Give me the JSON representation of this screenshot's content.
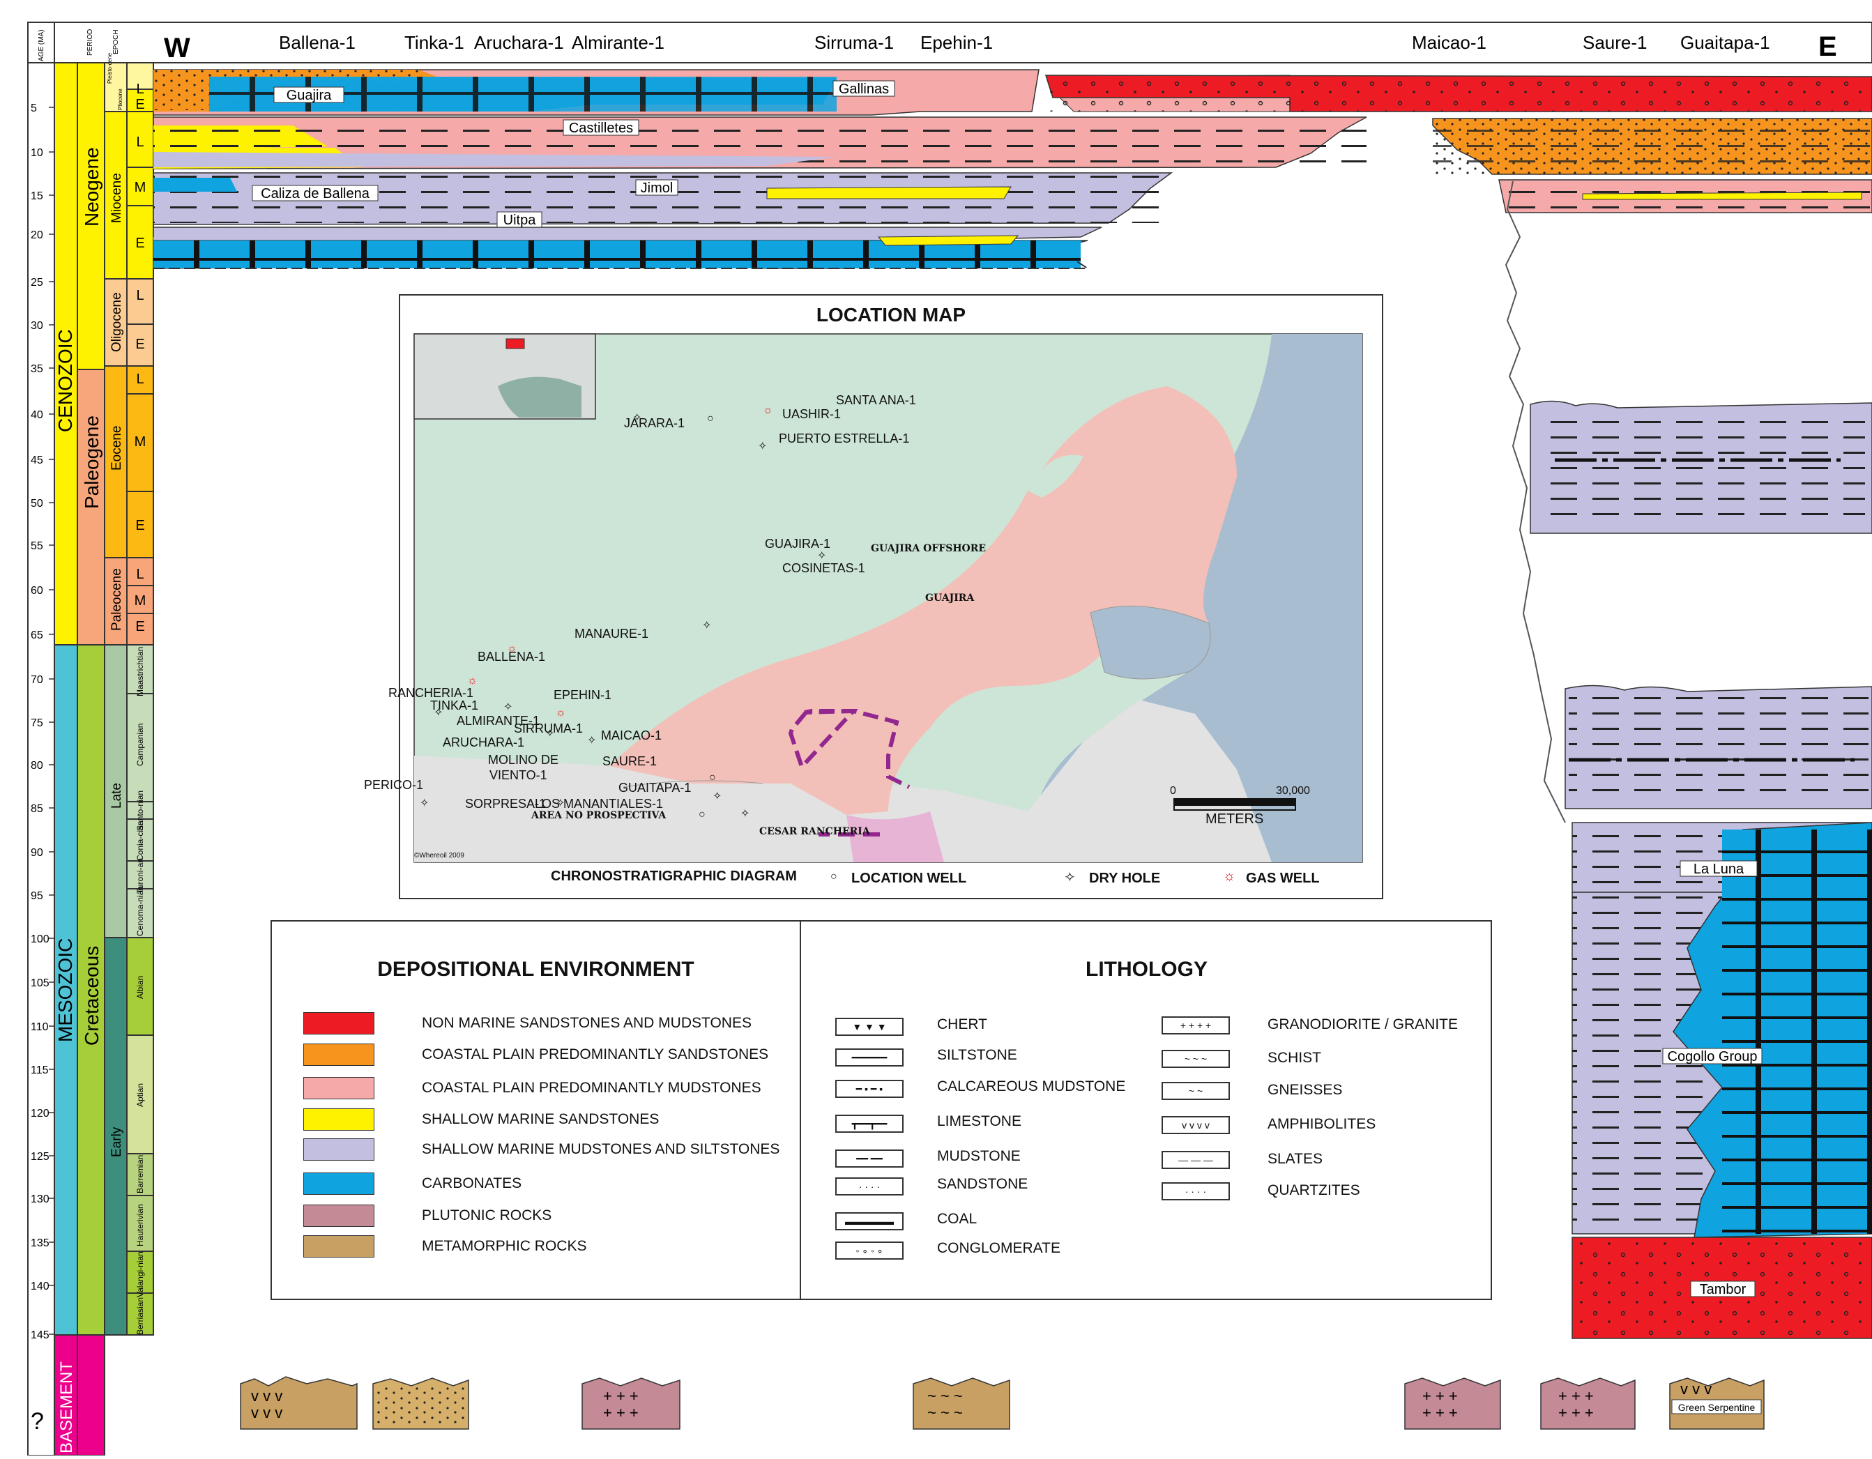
{
  "axis": {
    "age_header": "AGE (MA)",
    "period_header": "PERIOD",
    "epoch_header": "EPOCH",
    "ages": [
      "5",
      "10",
      "15",
      "20",
      "25",
      "30",
      "35",
      "40",
      "45",
      "50",
      "55",
      "60",
      "65",
      "70",
      "75",
      "80",
      "85",
      "90",
      "95",
      "100",
      "105",
      "110",
      "115",
      "120",
      "125",
      "130",
      "135",
      "140",
      "145",
      "?"
    ],
    "eras": [
      "CENOZOIC",
      "MESOZOIC",
      "BASEMENT"
    ],
    "periods": [
      "Neogene",
      "Paleogene",
      "Cretaceous"
    ],
    "epochs": [
      "Pleisto-cene",
      "Pliocene",
      "Miocene",
      "Oligocene",
      "Eocene",
      "Paleocene",
      "Late",
      "Early"
    ],
    "subdivisions": [
      "L",
      "E",
      "L",
      "M",
      "E",
      "L",
      "E",
      "L",
      "M",
      "E",
      "L",
      "M",
      "E"
    ],
    "stages": [
      "Maastrichtian",
      "Campanian",
      "Santo-nian",
      "Conia-cian",
      "Turoni-an",
      "Cenoma-nian",
      "Albian",
      "Aptian",
      "Barremian",
      "Hauterivian",
      "Valangi-nian",
      "Berriasian"
    ]
  },
  "section": {
    "west": "W",
    "east": "E",
    "wells": [
      "Ballena-1",
      "Tinka-1",
      "Aruchara-1",
      "Almirante-1",
      "Sirruma-1",
      "Epehin-1",
      "Maicao-1",
      "Saure-1",
      "Guaitapa-1"
    ]
  },
  "formations": [
    "Guajira",
    "Gallinas",
    "Castilletes",
    "Jimol",
    "Caliza de Ballena",
    "Uitpa",
    "La Luna",
    "Cogollo Group",
    "Tambor",
    "Green Serpentine"
  ],
  "map": {
    "title": "LOCATION MAP",
    "areas": [
      "GUAJIRA OFFSHORE",
      "GUAJIRA",
      "AREA NO PROSPECTIVA",
      "CESAR RANCHERIA"
    ],
    "wells": [
      "JARARA-1",
      "UASHIR-1",
      "SANTA ANA-1",
      "PUERTO ESTRELLA-1",
      "GUAJIRA-1",
      "COSINETAS-1",
      "MANAURE-1",
      "BALLENA-1",
      "RANCHERIA-1",
      "TINKA-1",
      "EPEHIN-1",
      "ALMIRANTE-1",
      "SIRRUMA-1",
      "ARUCHARA-1",
      "MAICAO-1",
      "MOLINO DE",
      "VIENTO-1",
      "SAURE-1",
      "GUAITAPA-1",
      "PERICO-1",
      "SORPRESA-1",
      "LOS MANANTIALES-1"
    ],
    "scale_start": "0",
    "scale_end": "30,000",
    "scale_unit": "METERS",
    "credit": "©Whereoil 2009",
    "legend": [
      "CHRONOSTRATIGRAPHIC DIAGRAM",
      "LOCATION WELL",
      "DRY HOLE",
      "GAS WELL"
    ]
  },
  "environment": {
    "title": "DEPOSITIONAL ENVIRONMENT",
    "items": [
      {
        "label": "NON MARINE SANDSTONES AND MUDSTONES",
        "color": "#ED1C24"
      },
      {
        "label": "COASTAL PLAIN PREDOMINANTLY SANDSTONES",
        "color": "#F7941D"
      },
      {
        "label": "COASTAL PLAIN PREDOMINANTLY MUDSTONES",
        "color": "#F5A9A9"
      },
      {
        "label": "SHALLOW MARINE SANDSTONES",
        "color": "#FFF200"
      },
      {
        "label": "SHALLOW MARINE MUDSTONES AND SILTSTONES",
        "color": "#C3BFE0"
      },
      {
        "label": "CARBONATES",
        "color": "#0FA3E0"
      },
      {
        "label": "PLUTONIC ROCKS",
        "color": "#C48A96"
      },
      {
        "label": "METAMORPHIC ROCKS",
        "color": "#C9A063"
      }
    ]
  },
  "lithology": {
    "title": "LITHOLOGY",
    "col1": [
      "CHERT",
      "SILTSTONE",
      "CALCAREOUS MUDSTONE",
      "LIMESTONE",
      "MUDSTONE",
      "SANDSTONE",
      "COAL",
      "CONGLOMERATE"
    ],
    "col2": [
      "GRANODIORITE / GRANITE",
      "SCHIST",
      "GNEISSES",
      "AMPHIBOLITES",
      "SLATES",
      "QUARTZITES"
    ]
  }
}
